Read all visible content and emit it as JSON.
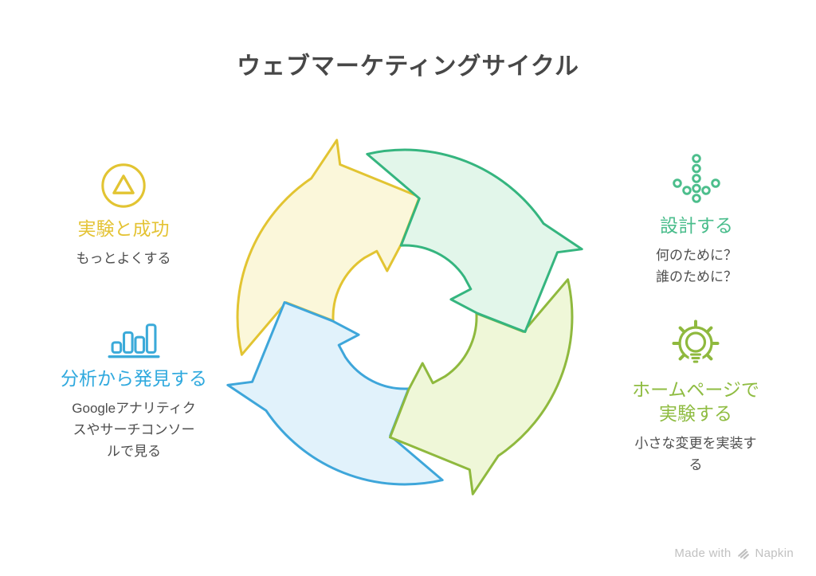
{
  "title": "ウェブマーケティングサイクル",
  "colors": {
    "yellow_stroke": "#E2C432",
    "yellow_fill": "#FBF7DA",
    "yellow_text": "#E4C335",
    "green_stroke": "#35B57F",
    "green_fill": "#E2F6EA",
    "green_text": "#4ABD8C",
    "lime_stroke": "#8FB93E",
    "lime_fill": "#EFF7D8",
    "lime_text": "#8FBC42",
    "blue_stroke": "#3EA6DA",
    "blue_fill": "#E1F2FB",
    "blue_text": "#2FA9DE",
    "body_text": "#4E4E4E",
    "title_text": "#474747",
    "footer_text": "#C1C1C1"
  },
  "cycle": {
    "direction": "clockwise",
    "segment_order": [
      "experiment-success",
      "design",
      "homepage-experiment",
      "analyze-discover"
    ]
  },
  "steps": [
    {
      "id": "experiment-success",
      "icon": "triangle-circle-icon",
      "heading_lines": [
        "実験と成功"
      ],
      "body_lines": [
        "もっとよくする"
      ]
    },
    {
      "id": "design",
      "icon": "dotted-arrow-down-icon",
      "heading_lines": [
        "設計する"
      ],
      "body_lines": [
        "何のために？",
        "誰のために？"
      ]
    },
    {
      "id": "homepage-experiment",
      "icon": "gear-lightbulb-icon",
      "heading_lines": [
        "ホームページで",
        "実験する"
      ],
      "body_lines": [
        "小さな変更を実装す",
        "る"
      ]
    },
    {
      "id": "analyze-discover",
      "icon": "bar-chart-icon",
      "heading_lines": [
        "分析から発見する"
      ],
      "body_lines": [
        "Googleアナリティク",
        "スやサーチコンソー",
        "ルで見る"
      ]
    }
  ],
  "footer": {
    "made_with": "Made with",
    "brand": "Napkin"
  }
}
